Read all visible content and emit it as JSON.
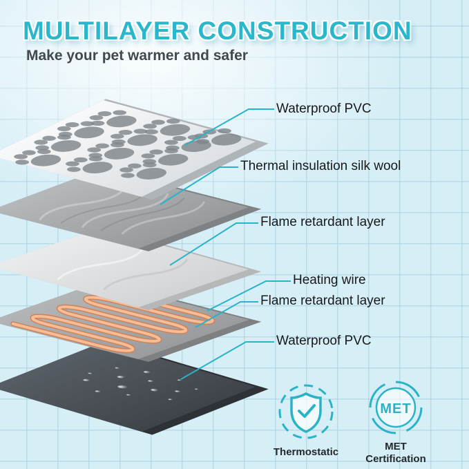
{
  "header": {
    "title": "MULTILAYER CONSTRUCTION",
    "subtitle": "Make your pet warmer and safer"
  },
  "layer_labels": [
    {
      "text": "Waterproof PVC",
      "layer": "waterproof-pvc-top"
    },
    {
      "text": "Thermal insulation silk wool",
      "layer": "thermal-insulation-silk-wool"
    },
    {
      "text": "Flame retardant layer",
      "layer": "flame-retardant-upper"
    },
    {
      "text": "Heating wire",
      "layer": "heating-wire"
    },
    {
      "text": "Flame retardant layer",
      "layer": "flame-retardant-lower"
    },
    {
      "text": "Waterproof PVC",
      "layer": "waterproof-pvc-bottom"
    }
  ],
  "badges": {
    "thermostatic": {
      "label": "Thermostatic",
      "icon": "shield-check-icon"
    },
    "met": {
      "seal_text": "MET",
      "label_line1": "MET",
      "label_line2": "Certification",
      "icon": "met-seal-icon"
    }
  },
  "colors": {
    "accent_teal": "#29b3c7",
    "title_teal": "#2bb7cb",
    "background_blue": "#d6eef6",
    "heating_wire_orange": "#f5bd97",
    "dark_pvc": "#474d53"
  }
}
